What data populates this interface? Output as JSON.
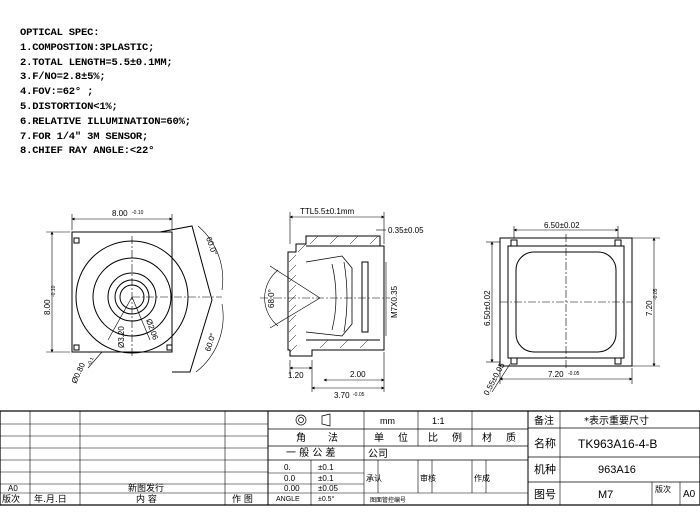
{
  "spec": {
    "title": "OPTICAL SPEC:",
    "lines": [
      "1.COMPOSTION:3PLASTIC;",
      "2.TOTAL LENGTH=5.5±0.1MM;",
      "3.F/NO=2.8±5%;",
      "4.FOV:=62° ;",
      "5.DISTORTION<1%;",
      "6.RELATIVE ILLUMINATION=60%;",
      "7.FOR 1/4\" 3M SENSOR;",
      "8.CHIEF RAY ANGLE:<22°"
    ]
  },
  "dims": {
    "front_width": "8.00",
    "front_width_tol": "-0.10",
    "front_height": "8.00",
    "front_height_tol": "-0.10",
    "front_angle_top": "60.0°",
    "front_angle_bottom": "60.0°",
    "front_inner": "Ø3.20",
    "front_outer": "Ø2.06",
    "front_pin": "Ø0.80",
    "front_pin_tol": "-0.1",
    "side_ttl": "TTL5.5±0.1mm",
    "side_step": "0.35±0.05",
    "side_thread": "M7X0.35",
    "side_fov": "68.0°",
    "side_base": "1.20",
    "side_2": "2.00",
    "side_3": "3.70",
    "side_3_tol": "-0.05",
    "back_top": "6.50±0.02",
    "back_left": "6.50±0.02",
    "back_right": "7.20",
    "back_right_tol": "-0.05",
    "back_bottom": "7.20",
    "back_bottom_tol": "-0.05",
    "back_corner": "0.55±0.05"
  },
  "title_block": {
    "scale_unit": "mm",
    "scale_value": "1:1",
    "header_labels": [
      "角",
      "法",
      "单",
      "位",
      "比",
      "例",
      "材",
      "质"
    ],
    "tolerance_title": "一 般 公 差",
    "company": "公司",
    "tol_rows": [
      {
        "label": "0.",
        "value": "±0.1"
      },
      {
        "label": "0.0",
        "value": "±0.1"
      },
      {
        "label": "0.00",
        "value": "±0.05"
      },
      {
        "label": "ANGLE",
        "value": "±0.5°"
      }
    ],
    "approve_label": "承认",
    "review_label": "审核",
    "author_label": "作成",
    "drawing_mgmt": "图面管控编号",
    "remark_label": "备注",
    "remark_value": "*表示重要尺寸",
    "name_label": "名称",
    "name_value": "TK963A16-4-B",
    "model_label": "机种",
    "model_value": "963A16",
    "drawing_no_label": "图号",
    "drawing_no_value": "M7",
    "rev_label": "版次",
    "rev_value": "A0",
    "history_rev": "A0",
    "history_desc": "新图发行",
    "history_col_rev": "版次",
    "history_col_date": "年.月.日",
    "history_col_content": "内 容",
    "history_col_author": "作 图"
  }
}
